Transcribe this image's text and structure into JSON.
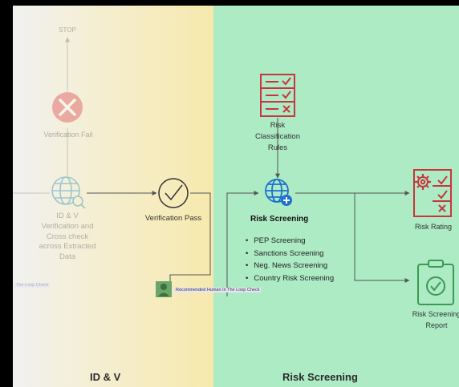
{
  "panels": {
    "left_title": "ID & V",
    "right_title": "Risk Screening"
  },
  "nodes": {
    "stop": "STOP",
    "verification_fail": "Verification Fail",
    "idv_lines": [
      "ID & V",
      "Verification and",
      "Cross check",
      "across Extracted",
      "Data"
    ],
    "verification_pass": "Verification Pass",
    "risk_rules_lines": [
      "Risk",
      "Classification",
      "Rules"
    ],
    "risk_screening": "Risk Screening",
    "risk_rating": "Risk Rating",
    "risk_report_lines": [
      "Risk Screening",
      "Report"
    ],
    "human_check": "Recommended Human In The Loop Check",
    "loop_check_fragment": "The Loop Check"
  },
  "screening_items": [
    "PEP Screening",
    "Sanctions Screening",
    "Neg. News Screening",
    "Country Risk Screening"
  ],
  "colors": {
    "panel_left": "#f7eab0",
    "panel_right": "#acebc4",
    "red": "#c9353e",
    "blue": "#1f6fd0",
    "green": "#3c9a52",
    "line": "#555555"
  }
}
